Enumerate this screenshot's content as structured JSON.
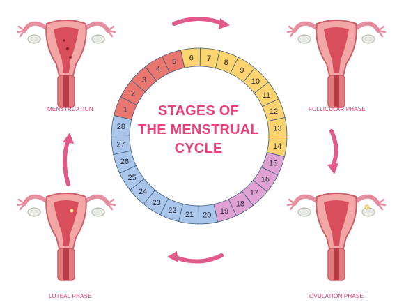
{
  "title": {
    "line1": "STAGES OF",
    "line2": "THE MENSTRUAL",
    "line3": "CYCLE"
  },
  "phases": {
    "menstruation": {
      "label": "MENSTRUATION",
      "days": [
        1,
        2,
        3,
        4,
        5
      ],
      "color": "#ea7670"
    },
    "follicular": {
      "label": "FOLLICULAR PHASE",
      "days": [
        6,
        7,
        8,
        9,
        10,
        11,
        12,
        13,
        14
      ],
      "color": "#fbd36f"
    },
    "ovulation": {
      "label": "OVULATION PHASE",
      "days": [
        15,
        16,
        17,
        18,
        19
      ],
      "color": "#e0a2d3"
    },
    "luteal": {
      "label": "LUTEAL PHASE",
      "days": [
        20,
        21,
        22,
        23,
        24,
        25,
        26,
        27,
        28
      ],
      "color": "#aac6ea"
    }
  },
  "arrow_color": "#e25a8a",
  "icons": [
    "uterus-icon",
    "arrow-icon"
  ]
}
